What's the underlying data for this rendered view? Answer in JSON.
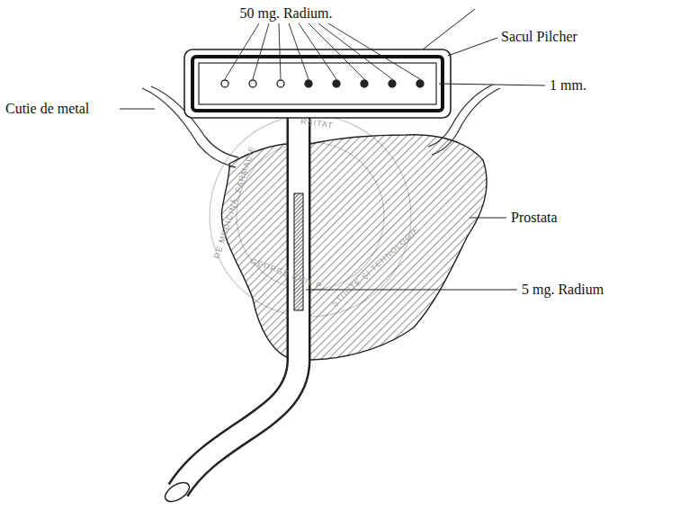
{
  "diagram": {
    "labels": [
      "50 mg. Radium.",
      "Sacul Pilcher",
      "Cutie de metal",
      "1 mm.",
      "Prostata",
      "5 mg. Radium",
      "RSITAT",
      "DE MEDICINĂ, FARMACIE",
      "GEORGE EMIL P",
      "ŞTIINŢE ŞI TEHNOLOGIE"
    ]
  }
}
